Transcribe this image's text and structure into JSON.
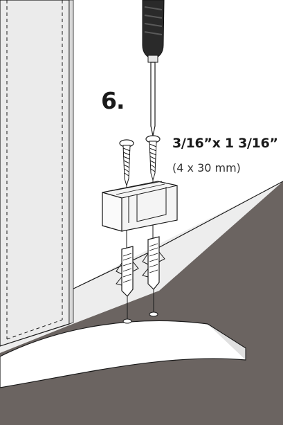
{
  "step": {
    "number": "6."
  },
  "screw": {
    "size_imperial": "3/16”x 1 3/16”",
    "size_metric": "(4 x 30 mm)"
  },
  "colors": {
    "floor": "#6b6461",
    "wall": "#e9e9e9",
    "panel": "#f4f4f4",
    "outline": "#1a1a1a",
    "screwdriver_handle": "#2a2a2a"
  }
}
